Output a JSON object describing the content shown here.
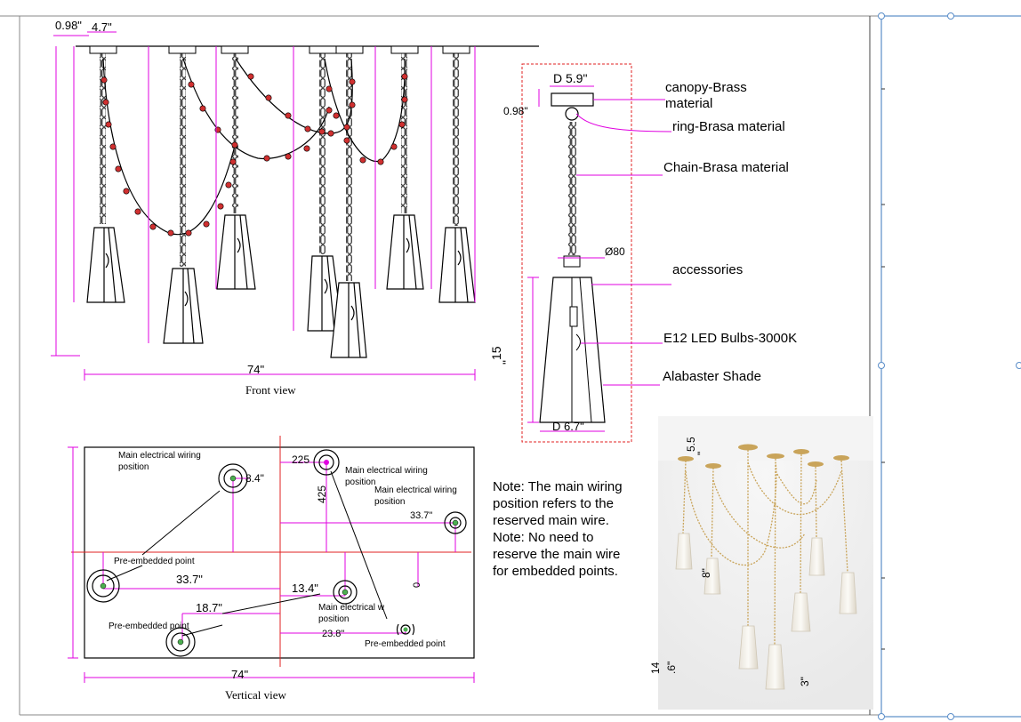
{
  "front_view": {
    "caption": "Front view",
    "dim_canopy_height": "0.98\"",
    "dim_canopy_width": "4.7\"",
    "dim_total_width": "74\""
  },
  "side_view": {
    "dim_canopy_diameter": "D 5.9\"",
    "dim_canopy_height": "0.98\"",
    "dim_socket": "Ø80",
    "dim_shade_height": "15",
    "dim_shade_height_unit": "\"",
    "dim_shade_diameter": "D 6.7\"",
    "labels": {
      "canopy": "canopy-Brass",
      "canopy_2": "material",
      "ring": "ring-Brasa material",
      "chain": "Chain-Brasa material",
      "accessories": "accessories",
      "bulbs": "E12 LED Bulbs-3000K",
      "shade": "Alabaster Shade"
    }
  },
  "vertical_view": {
    "caption": "Vertical view",
    "dim_total_width": "74\"",
    "labels": {
      "main_wiring_1": "Main electrical wiring",
      "main_wiring_1b": "position",
      "main_wiring_2": "Main electrical wiring",
      "main_wiring_2b": "position",
      "main_wiring_3": "Main electrical wiring",
      "main_wiring_3b": "position",
      "main_wiring_4": "Main electrical w",
      "main_wiring_4b": "position",
      "pre_embedded_1": "Pre-embedded point",
      "pre_embedded_2": "Pre-embedded point",
      "pre_embedded_3": "Pre-embedded point"
    },
    "dims": {
      "d_225": "225",
      "d_425": "425",
      "d_8_4": "8.4\"",
      "d_33_7_a": "33.7\"",
      "d_33_7_b": "33.7\"",
      "d_13_4": "13.4\"",
      "d_18_7": "18.7\"",
      "d_23_8": "23.8\"",
      "d_0": "0"
    }
  },
  "notes": [
    "Note: The main wiring",
    "position refers to the",
    "reserved main wire.",
    "Note: No need to",
    "reserve the main wire",
    "for embedded points."
  ],
  "photo": {
    "dim_top": "5.5",
    "dim_top_unit": "\"",
    "dim_mid": "8\"",
    "dim_bottom_left": "14",
    "dim_bottom_left_b": ".6\"",
    "dim_bottom_right": "3\""
  },
  "colors": {
    "dimension": "#e000e0",
    "reference": "#e02020",
    "outline": "#000000",
    "bead": "#d03030",
    "brass": "#c9a45a",
    "frame_blue": "#5b8ec9"
  }
}
